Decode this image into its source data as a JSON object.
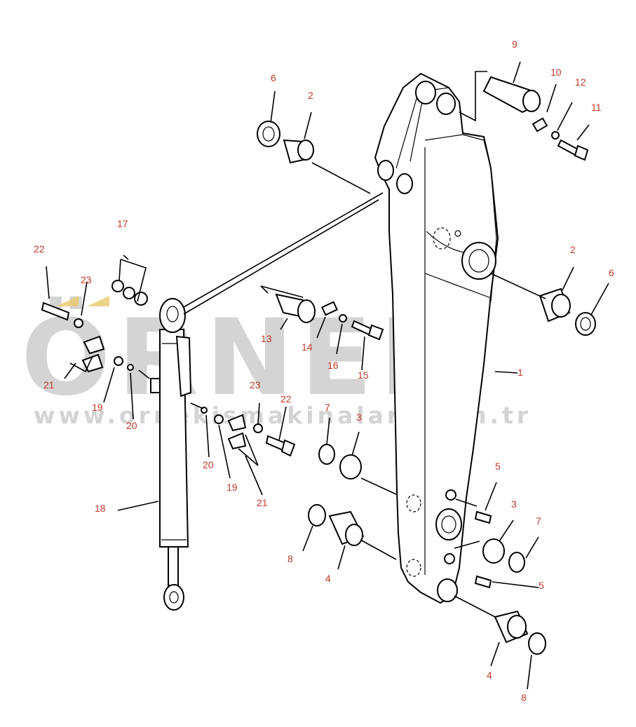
{
  "watermark": {
    "brand": "ÖRNEK",
    "url": "www.ornekismakinalari.com.tr"
  },
  "callouts": [
    "1",
    "2",
    "2",
    "3",
    "3",
    "4",
    "4",
    "5",
    "5",
    "6",
    "6",
    "7",
    "7",
    "8",
    "8",
    "9",
    "10",
    "11",
    "12",
    "13",
    "14",
    "15",
    "16",
    "17",
    "18",
    "19",
    "19",
    "20",
    "20",
    "21",
    "21",
    "22",
    "22",
    "23",
    "23"
  ],
  "colors": {
    "label": "#c0392b",
    "line": "#000000",
    "watermark": "#d4d4d4",
    "watermark_accent": "#e8c86a"
  }
}
